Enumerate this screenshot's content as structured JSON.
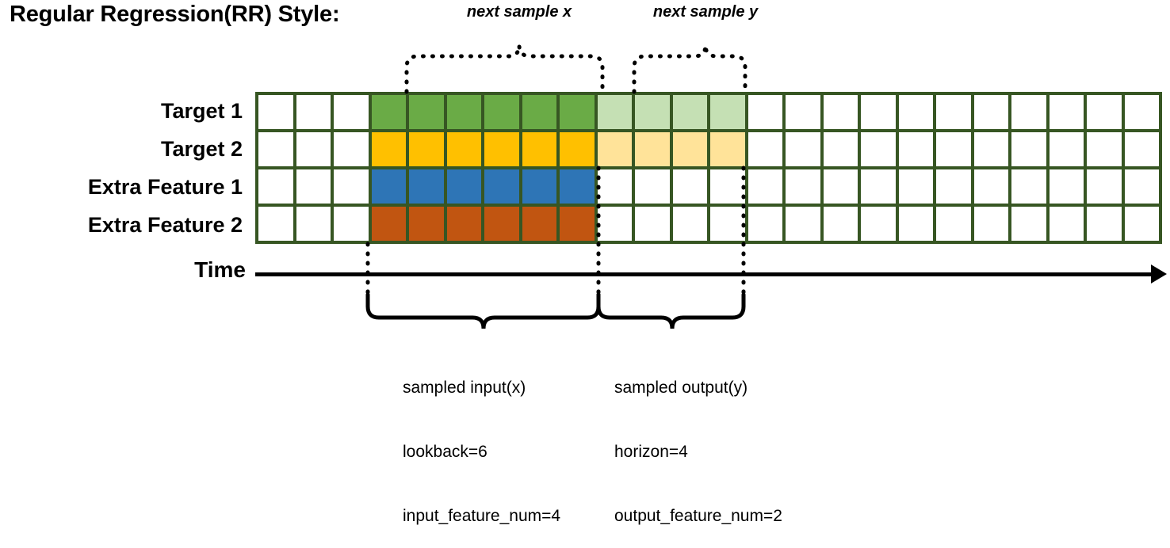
{
  "title": "Regular Regression(RR) Style:",
  "annotations": {
    "top_left_label": "next sample x",
    "top_right_label": "next sample y"
  },
  "rows": [
    {
      "name": "Target 1",
      "label": "Target 1"
    },
    {
      "name": "Target 2",
      "label": "Target 2"
    },
    {
      "name": "Extra Feature 1",
      "label": "Extra Feature 1"
    },
    {
      "name": "Extra Feature 2",
      "label": "Extra Feature 2"
    }
  ],
  "time_axis": {
    "label": "Time"
  },
  "grid": {
    "columns": 24,
    "rows": 4,
    "border_color": "#375623",
    "empty_color": "#ffffff",
    "input_start_col": 4,
    "input_end_col": 9,
    "output_start_col": 10,
    "output_end_col": 13,
    "row_fills": [
      {
        "row": "Target 1",
        "input": "#6aab46",
        "output": "#c5e0b4"
      },
      {
        "row": "Target 2",
        "input": "#ffc000",
        "output": "#ffe399"
      },
      {
        "row": "Extra Feature 1",
        "input": "#2e75b6",
        "output": "#ffffff"
      },
      {
        "row": "Extra Feature 2",
        "input": "#c15511",
        "output": "#ffffff"
      }
    ]
  },
  "captions": {
    "input": {
      "line1": "sampled input(x)",
      "line2": "lookback=6",
      "line3": "input_feature_num=4"
    },
    "output": {
      "line1": "sampled output(y)",
      "line2": "horizon=4",
      "line3": "output_feature_num=2"
    }
  },
  "colors": {
    "grid_border": "#375623",
    "target1_dark": "#6aab46",
    "target1_light": "#c5e0b4",
    "target2_dark": "#ffc000",
    "target2_light": "#ffe399",
    "feature1": "#2e75b6",
    "feature2": "#c15511",
    "axis": "#000000"
  }
}
